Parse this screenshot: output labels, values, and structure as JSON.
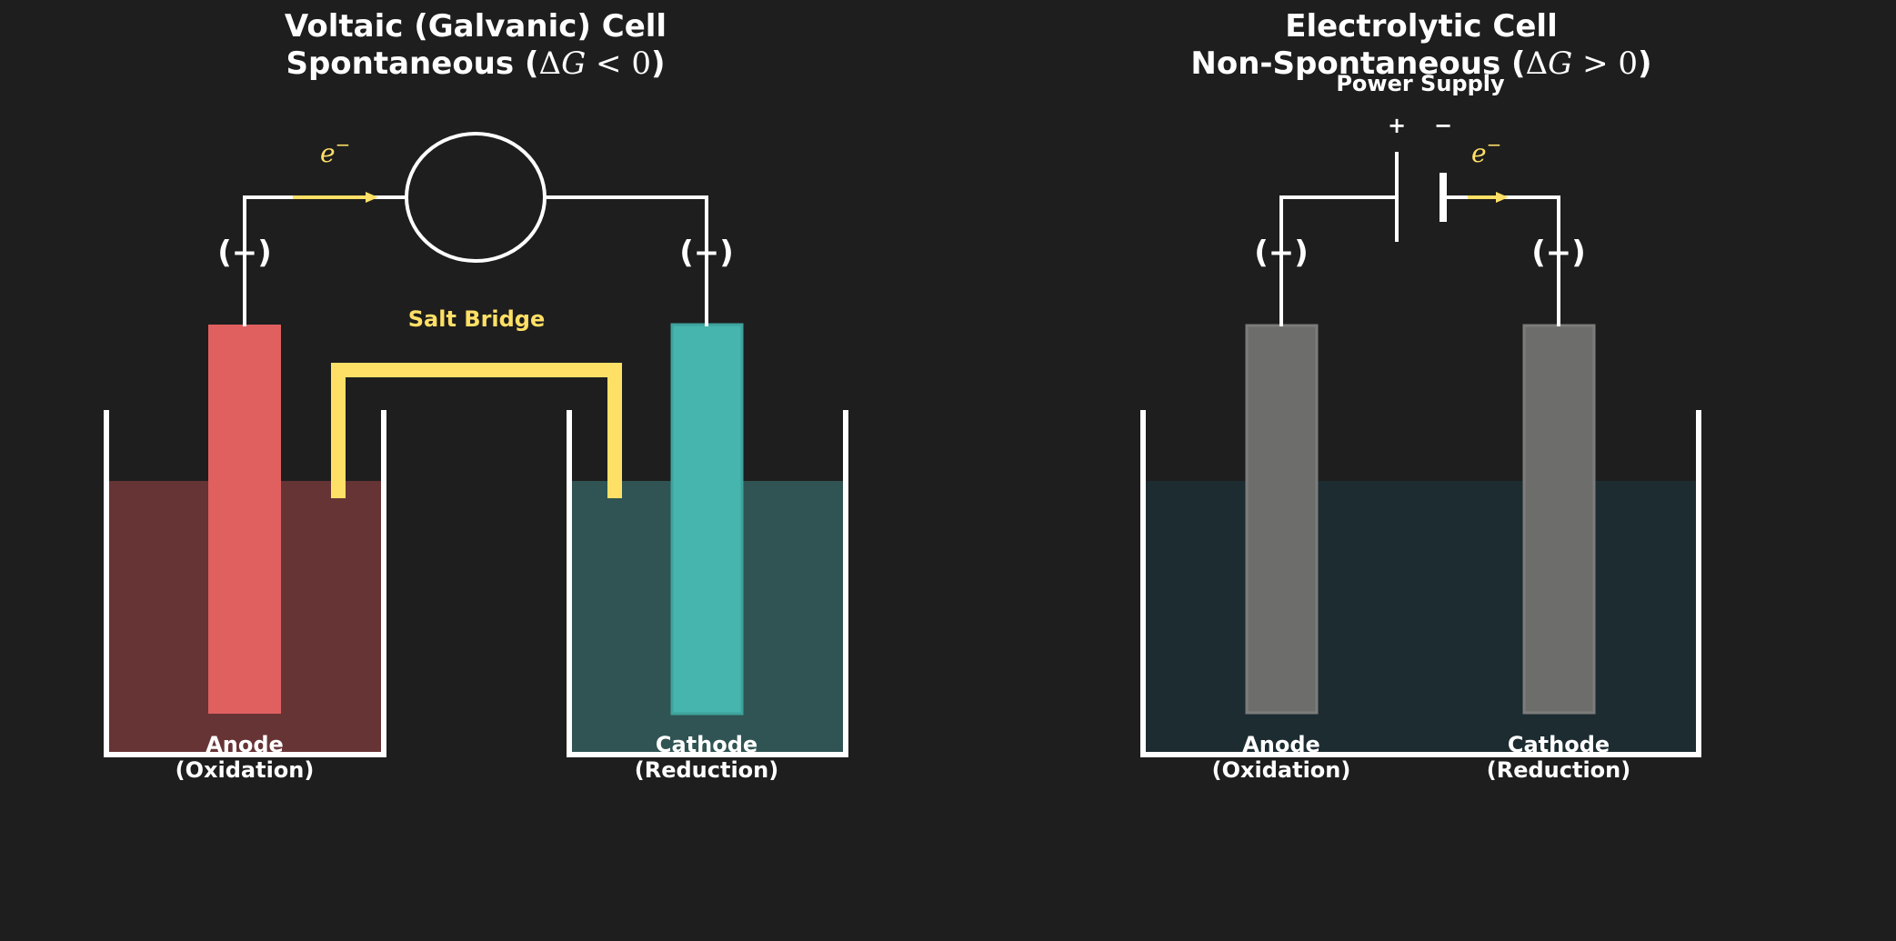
{
  "voltaic": {
    "title_line1": "Voltaic (Galvanic) Cell",
    "title_line2_text": "Spontaneous (",
    "title_line2_delta": "Δ",
    "title_line2_var": "G",
    "title_line2_rel": " < 0",
    "title_line2_close": ")",
    "electron_symbol": "e",
    "electron_sup": "−",
    "salt_bridge_label": "Salt Bridge",
    "anode_sign": "(−)",
    "cathode_sign": "(+)",
    "anode_label_1": "Anode",
    "anode_label_2": "(Oxidation)",
    "cathode_label_1": "Cathode",
    "cathode_label_2": "(Reduction)",
    "colors": {
      "anode_electrode": "#e06060",
      "anode_solution": "#673436",
      "cathode_electrode": "#45b5ad",
      "cathode_solution": "#2f5453",
      "salt_bridge": "#ffe066"
    }
  },
  "electrolytic": {
    "title_line1": "Electrolytic Cell",
    "title_line2_text": "Non-Spontaneous (",
    "title_line2_delta": "Δ",
    "title_line2_var": "G",
    "title_line2_rel": " > 0",
    "title_line2_close": ")",
    "power_supply_label": "Power Supply",
    "plus_sign": "+",
    "minus_sign": "−",
    "electron_symbol": "e",
    "electron_sup": "−",
    "anode_sign": "(+)",
    "cathode_sign": "(−)",
    "anode_label_1": "Anode",
    "anode_label_2": "(Oxidation)",
    "cathode_label_1": "Cathode",
    "cathode_label_2": "(Reduction)",
    "colors": {
      "electrode": "#6d6e6c",
      "solution": "#1c2c31"
    }
  }
}
